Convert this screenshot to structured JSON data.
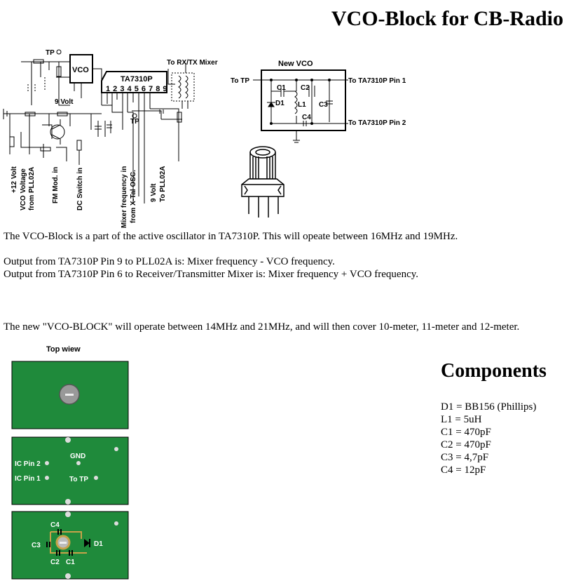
{
  "title": "VCO-Block for CB-Radio",
  "schematic_left": {
    "tp_top": "TP",
    "vco_box": "VCO",
    "ic_name": "TA7310P",
    "ic_pins": "1 2 3 4 5 6 7 8 9",
    "rx_tx": "To RX/TX Mixer",
    "nine_volt": "9 Volt",
    "tp_mid": "TP",
    "v12": "+12 Volt",
    "vco_voltage_1": "VCO Voltage",
    "vco_voltage_2": "from PLL02A",
    "fm_mod": "FM Mod. in",
    "dc_switch": "DC Switch in",
    "mixer_1": "Mixer frequency in",
    "mixer_2": "from X-Tal OSC.",
    "nine_volt_2": "9 Volt",
    "to_pll": "To PLL02A"
  },
  "schematic_right": {
    "title": "New VCO",
    "to_tp": "To TP",
    "pin1": "To TA7310P Pin 1",
    "pin2": "To TA7310P Pin 2",
    "c1": "C1",
    "c2": "C2",
    "c3": "C3",
    "c4": "C4",
    "d1": "D1",
    "l1": "L1"
  },
  "paragraphs": {
    "p1": "The VCO-Block is a part of the active oscillator in TA7310P. This will opeate between 16MHz and 19MHz.",
    "p2": "Output from TA7310P Pin 9 to PLL02A is: Mixer frequency - VCO frequency.",
    "p3": "Output from TA7310P Pin 6 to Receiver/Transmitter Mixer is: Mixer frequency + VCO frequency.",
    "p4": "The new \"VCO-BLOCK\" will operate between 14MHz and 21MHz, and will then cover 10-meter, 11-meter and 12-meter."
  },
  "boards": {
    "caption": "Top wiew",
    "b2_ic2": "IC Pin 2",
    "b2_ic1": "IC Pin 1",
    "b2_gnd": "GND",
    "b2_totp": "To TP",
    "b3_c4": "C4",
    "b3_c3": "C3",
    "b3_d1": "D1",
    "b3_c2": "C2",
    "b3_c1": "C1"
  },
  "components": {
    "title": "Components",
    "items": [
      "D1 = BB156 (Phillips)",
      "L1 = 5uH",
      "C1 = 470pF",
      "C2 = 470pF",
      "C3 = 4,7pF",
      "C4 = 12pF"
    ]
  },
  "colors": {
    "pcb": "#1f8a3b",
    "pad": "#dddddd",
    "trace": "#c8a24a"
  }
}
